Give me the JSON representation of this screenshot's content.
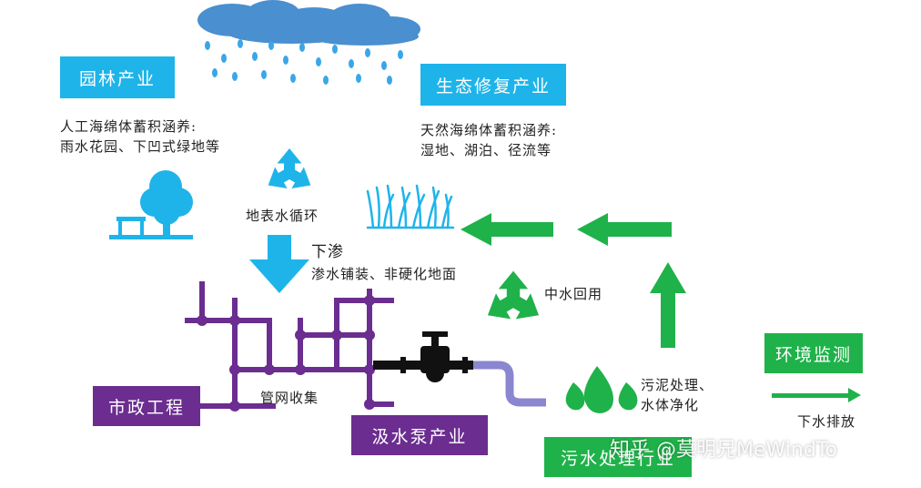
{
  "boxes": {
    "garden": "园林产业",
    "eco": "生态修复产业",
    "municipal": "市政工程",
    "pump": "汲水泵产业",
    "sewage": "污水处理行业",
    "monitor": "环境监测"
  },
  "labels": {
    "artificial_line1": "人工海绵体蓄积涵养:",
    "artificial_line2": "雨水花园、下凹式绿地等",
    "natural_line1": "天然海绵体蓄积涵养:",
    "natural_line2": "湿地、湖泊、径流等",
    "surface_cycle": "地表水循环",
    "seep_title": "下渗",
    "seep_detail": "渗水铺装、非硬化地面",
    "reclaimed": "中水回用",
    "pipe_collect": "管网收集",
    "sludge_line1": "污泥处理、",
    "sludge_line2": "水体净化",
    "discharge": "下水排放"
  },
  "watermark": "知乎 @莫明兄MeWindTo",
  "colors": {
    "blue": "#1eb4ea",
    "green": "#1fb24a",
    "purple": "#6b2d90",
    "cloud": "#4a8fd0",
    "rain": "#3aa6e8"
  },
  "icons": [
    "rain-cloud-icon",
    "tree-bench-icon",
    "recycle-icon",
    "down-arrow-icon",
    "grass-icon",
    "faucet-valve-icon",
    "water-drops-icon"
  ]
}
